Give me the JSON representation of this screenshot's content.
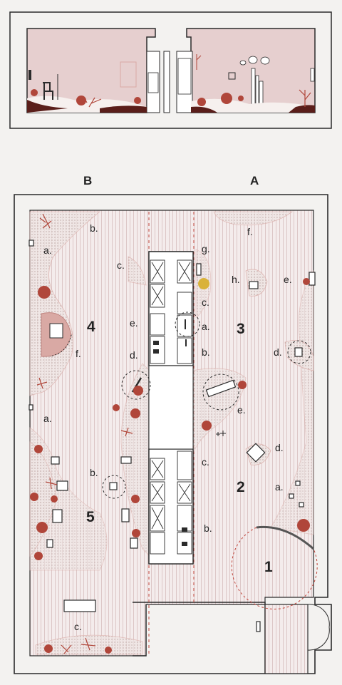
{
  "side_labels": {
    "left": "B",
    "right": "A"
  },
  "rooms": [
    "1",
    "2",
    "3",
    "4",
    "5"
  ],
  "annotations": {
    "r3_g": "g.",
    "r3_f": "f.",
    "r3_h": "h.",
    "r3_e": "e.",
    "r3_c": "c.",
    "r3_a": "a.",
    "r3_b": "b.",
    "r3_d": "d.",
    "r2_e": "e.",
    "r2_d": "d.",
    "r2_c": "c.",
    "r2_a": "a.",
    "r2_b": "b.",
    "r4_b": "b.",
    "r4_a": "a.",
    "r4_c": "c.",
    "r4_e": "e.",
    "r4_f": "f.",
    "r4_d": "d.",
    "r5_a": "a.",
    "r5_b": "b.",
    "r5_c": "c."
  },
  "colors": {
    "wall": "#2b2b2b",
    "floor_stripe": "#d9c2c2",
    "elevation_fill": "#e6cfcf",
    "ground": "#5a1e1a",
    "accent_plant": "#b0463a",
    "dashed": "#c0443a",
    "yellow_plant": "#d9b23a"
  }
}
